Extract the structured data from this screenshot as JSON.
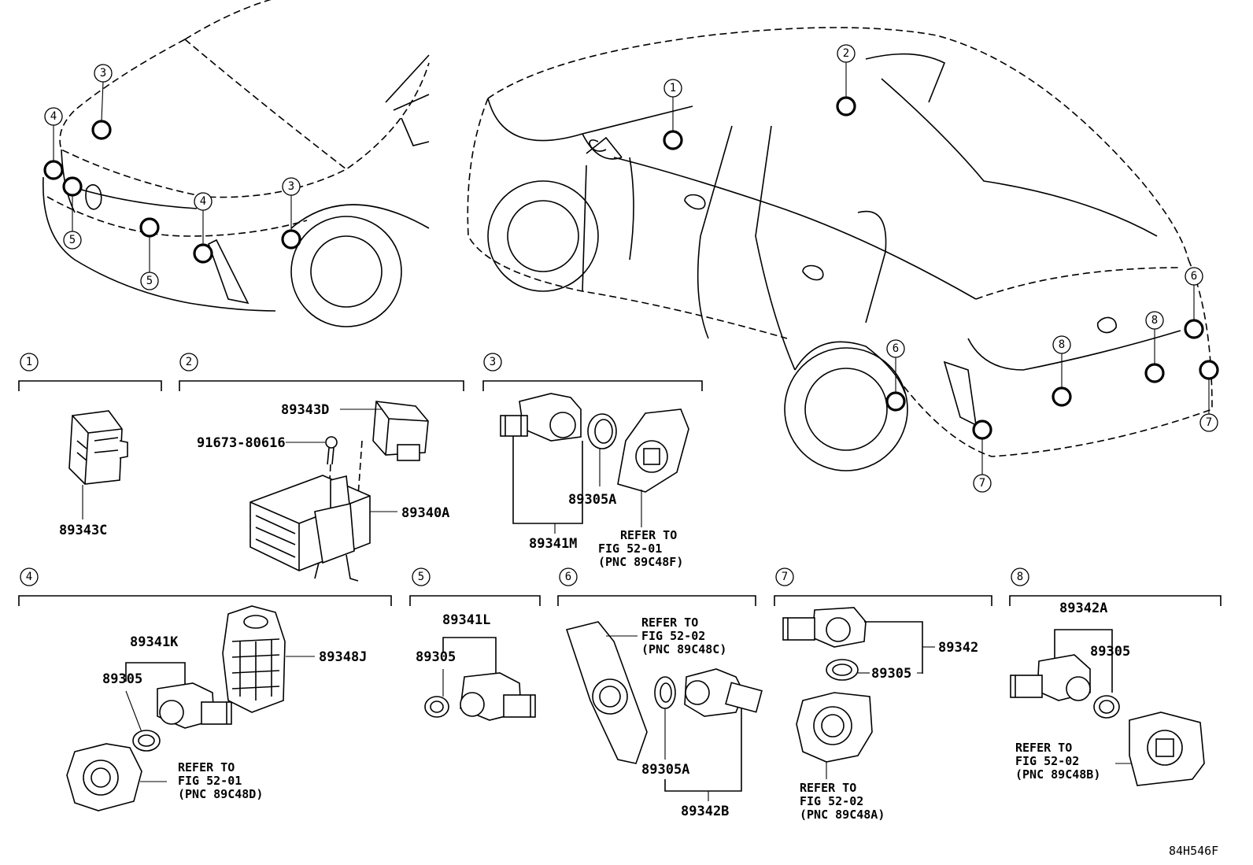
{
  "diagram_code": "84H546F",
  "callout_numbers": [
    "1",
    "2",
    "3",
    "4",
    "5",
    "6",
    "7",
    "8"
  ],
  "sections": [
    {
      "key": "1",
      "parts": [
        "89343C"
      ]
    },
    {
      "key": "2",
      "parts": [
        "89343D",
        "91673-80616",
        "89340A"
      ]
    },
    {
      "key": "3",
      "parts": [
        "89305A",
        "89341M"
      ],
      "refer": [
        "REFER TO",
        "FIG 52-01",
        "(PNC 89C48F)"
      ]
    },
    {
      "key": "4",
      "parts": [
        "89341K",
        "89305",
        "89348J"
      ],
      "refer": [
        "REFER TO",
        "FIG 52-01",
        "(PNC 89C48D)"
      ]
    },
    {
      "key": "5",
      "parts": [
        "89341L",
        "89305"
      ]
    },
    {
      "key": "6",
      "parts": [
        "89305A",
        "89342B"
      ],
      "refer": [
        "REFER TO",
        "FIG 52-02",
        "(PNC 89C48C)"
      ]
    },
    {
      "key": "7",
      "parts": [
        "89342",
        "89305"
      ],
      "refer": [
        "REFER TO",
        "FIG 52-02",
        "(PNC 89C48A)"
      ]
    },
    {
      "key": "8",
      "parts": [
        "89342A",
        "89305"
      ],
      "refer": [
        "REFER TO",
        "FIG 52-02",
        "(PNC 89C48B)"
      ]
    }
  ]
}
